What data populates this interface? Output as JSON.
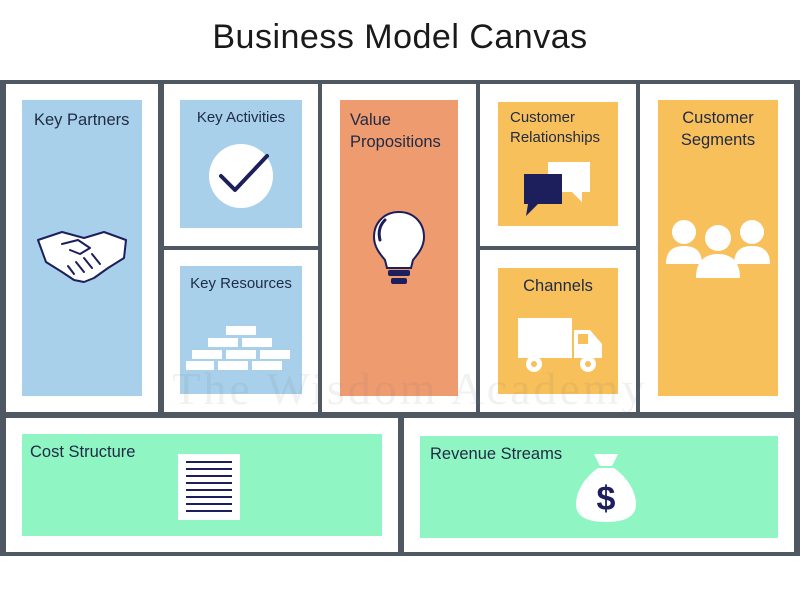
{
  "title": "Business Model Canvas",
  "watermark": "The Wisdom Academy",
  "colors": {
    "frame": "#4f5762",
    "blue": "#a8d0ea",
    "orange": "#ef9b70",
    "yellow": "#f8c05a",
    "green": "#8ff5c2",
    "navy": "#1c1f5c"
  },
  "blocks": {
    "key_partners": {
      "label": "Key Partners",
      "icon": "handshake-icon"
    },
    "key_activities": {
      "label": "Key Activities",
      "icon": "checkmark-icon"
    },
    "key_resources": {
      "label": "Key Resources",
      "icon": "bricks-icon"
    },
    "value_propositions": {
      "label_line1": "Value",
      "label_line2": "Propositions",
      "icon": "lightbulb-icon"
    },
    "customer_relationships": {
      "label_line1": "Customer",
      "label_line2": "Relationships",
      "icon": "speech-bubbles-icon"
    },
    "channels": {
      "label": "Channels",
      "icon": "truck-icon"
    },
    "customer_segments": {
      "label_line1": "Customer",
      "label_line2": "Segments",
      "icon": "people-icon"
    },
    "cost_structure": {
      "label": "Cost Structure",
      "icon": "document-icon"
    },
    "revenue_streams": {
      "label": "Revenue Streams",
      "icon": "money-bag-icon"
    }
  }
}
